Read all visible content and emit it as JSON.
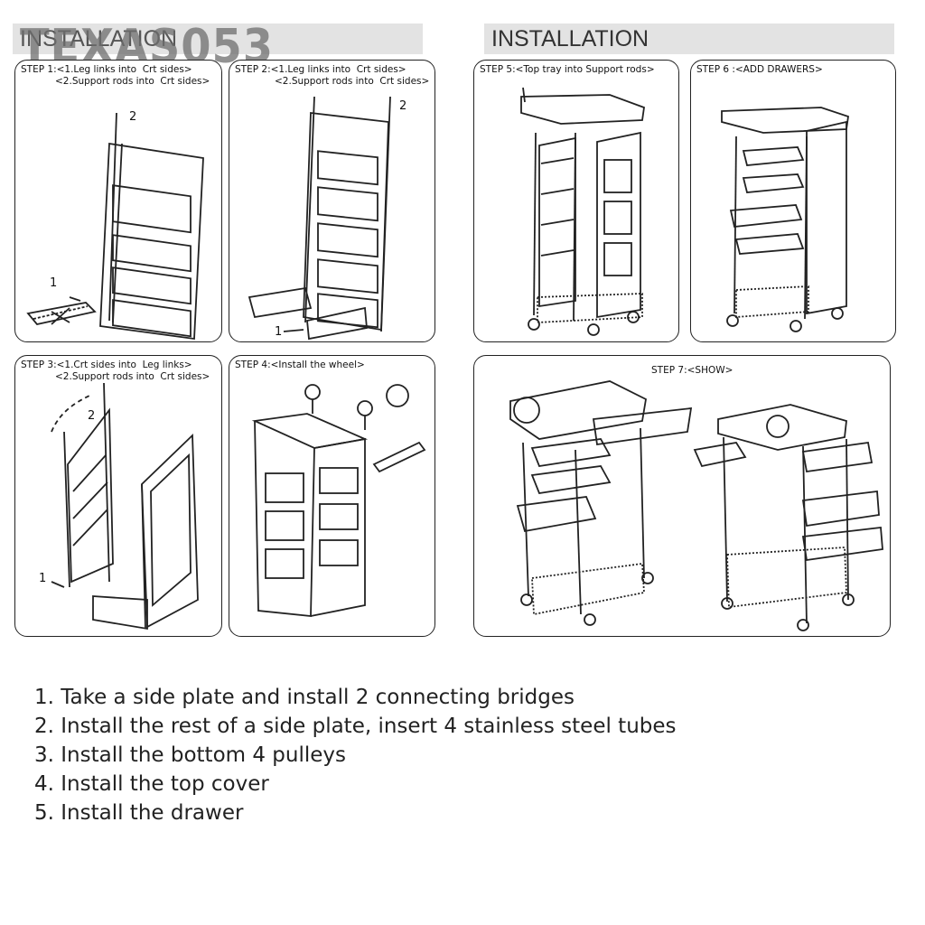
{
  "watermark": "TEXAS053",
  "header": {
    "left_title": "INSTALLATION",
    "right_title": "INSTALLATION"
  },
  "panels": [
    {
      "line1": "STEP 1:<1.Leg links into  Crt sides>",
      "line2": "<2.Support rods into  Crt sides>",
      "label_a": "1",
      "label_b": "2"
    },
    {
      "line1": "STEP 2:<1.Leg links into  Crt sides>",
      "line2": "<2.Support rods into  Crt sides>",
      "label_a": "1",
      "label_b": "2"
    },
    {
      "line1": "STEP 5:<Top tray into Support rods>"
    },
    {
      "line1": "STEP 6 :<ADD DRAWERS>"
    },
    {
      "line1": "STEP 3:<1.Crt sides into  Leg links>",
      "line2": "<2.Support rods into  Crt sides>",
      "label_a": "1",
      "label_b": "2"
    },
    {
      "line1": "STEP 4:<Install the wheel>"
    },
    {
      "line1": "STEP 7:<SHOW>"
    }
  ],
  "instructions": [
    "1. Take a side plate and install 2 connecting bridges",
    "2. Install the rest of a side plate, insert 4 stainless steel tubes",
    "3. Install the bottom 4 pulleys",
    "4. Install the top cover",
    "5. Install the drawer"
  ]
}
